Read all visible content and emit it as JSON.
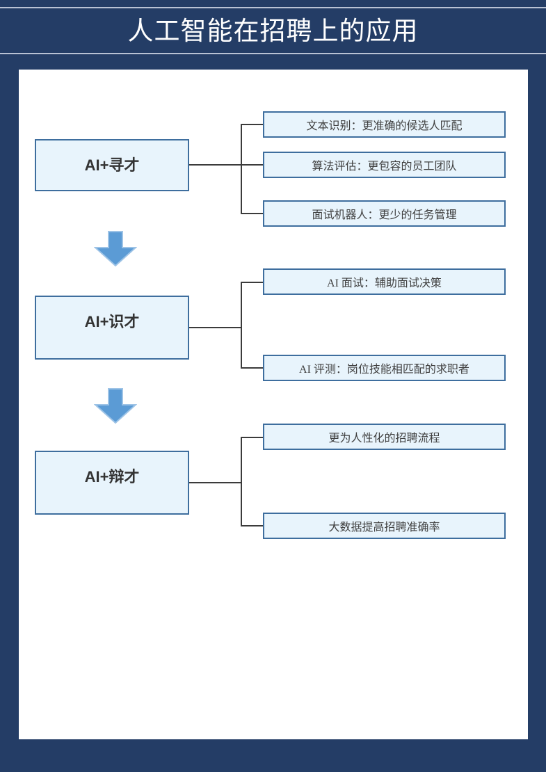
{
  "header": {
    "title": "人工智能在招聘上的应用",
    "background_color": "#243d66",
    "title_color": "#ffffff",
    "rule_color": "#b9c2d4"
  },
  "canvas": {
    "background_color": "#ffffff"
  },
  "style": {
    "box_fill": "#e8f4fc",
    "box_border": "#3e6e9e",
    "connector_color": "#3b3b3b",
    "arrow_fill": "#5b9bd5",
    "arrow_border": "#9dc3e6"
  },
  "groups": [
    {
      "stage": "AI+寻才",
      "items": [
        "文本识别：更准确的候选人匹配",
        "算法评估：更包容的员工团队",
        "面试机器人：更少的任务管理"
      ]
    },
    {
      "stage": "AI+识才",
      "items": [
        "AI 面试：辅助面试决策",
        "AI 评测：岗位技能相匹配的求职者"
      ]
    },
    {
      "stage": "AI+辩才",
      "items": [
        "更为人性化的招聘流程",
        "大数据提高招聘准确率"
      ]
    }
  ],
  "arrows": [
    {
      "name": "arrow-stage1-to-stage2"
    },
    {
      "name": "arrow-stage2-to-stage3"
    }
  ]
}
